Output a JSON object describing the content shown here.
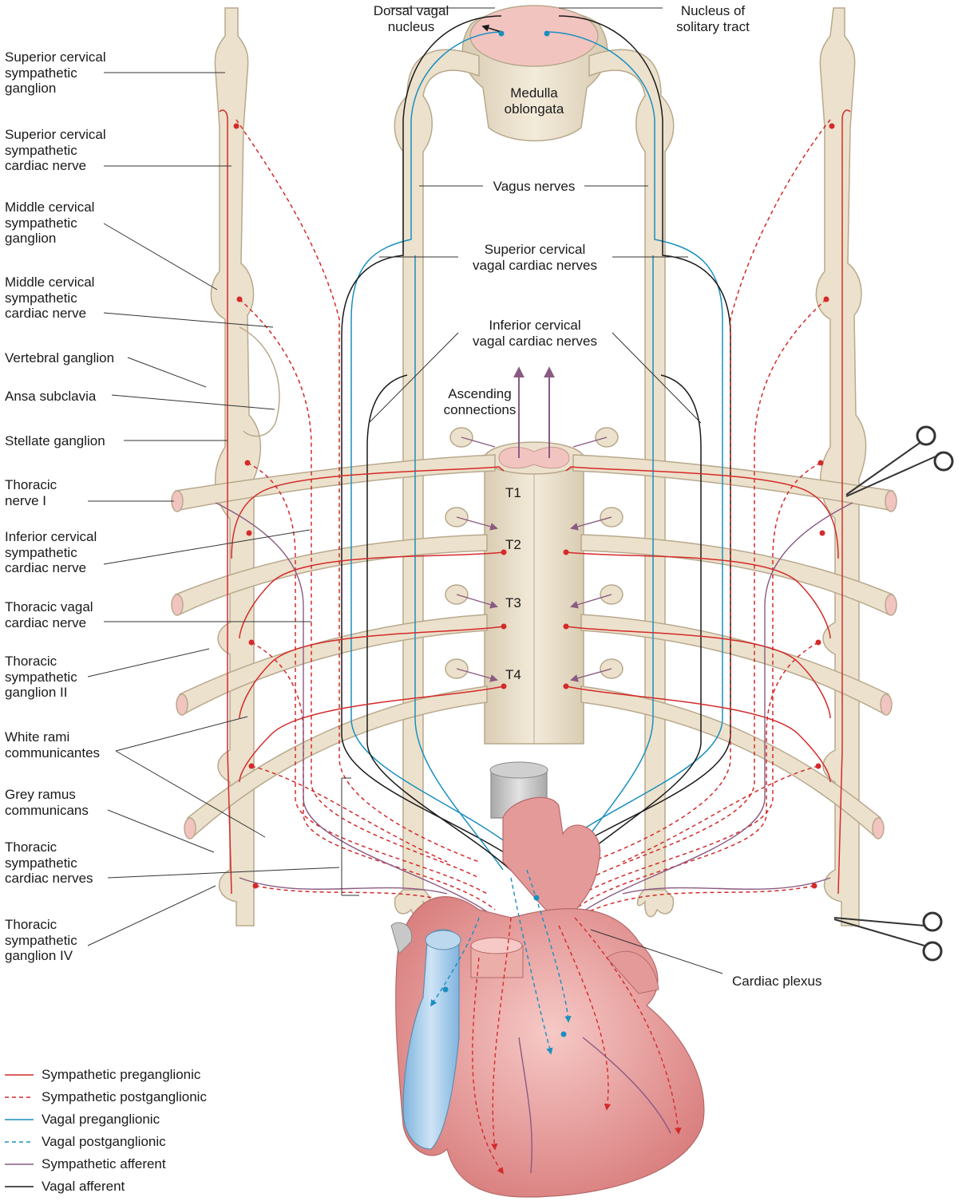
{
  "labels": {
    "dorsal_vagal": "Dorsal vagal\nnucleus",
    "nucleus_solitary": "Nucleus of\nsolitary tract",
    "medulla": "Medulla\noblongata",
    "vagus_nerves": "Vagus nerves",
    "sup_cerv_vagal": "Superior cervical\nvagal cardiac nerves",
    "inf_cerv_vagal": "Inferior cervical\nvagal cardiac nerves",
    "ascending": "Ascending\nconnections",
    "sup_cerv_gang": "Superior cervical\nsympathetic\nganglion",
    "sup_cerv_card": "Superior cervical\nsympathetic\ncardiac nerve",
    "mid_cerv_gang": "Middle cervical\nsympathetic\nganglion",
    "mid_cerv_card": "Middle cervical\nsympathetic\ncardiac nerve",
    "vertebral": "Vertebral ganglion",
    "ansa": "Ansa subclavia",
    "stellate": "Stellate ganglion",
    "thoracic_nerve": "Thoracic\nnerve I",
    "inf_cerv_card": "Inferior cervical\nsympathetic\ncardiac nerve",
    "thoracic_vagal": "Thoracic vagal\ncardiac nerve",
    "thoracic_gang2": "Thoracic\nsympathetic\nganglion II",
    "white_rami": "White rami\ncommunicantes",
    "grey_ramus": "Grey ramus\ncommunicans",
    "thoracic_card": "Thoracic\nsympathetic\ncardiac nerves",
    "thoracic_gang4": "Thoracic\nsympathetic\nganglion IV",
    "cardiac_plexus": "Cardiac plexus"
  },
  "segments": [
    "T1",
    "T2",
    "T3",
    "T4"
  ],
  "legend": [
    {
      "label": "Sympathetic preganglionic",
      "color": "#d42a2a",
      "dash": "none"
    },
    {
      "label": "Sympathetic postganglionic",
      "color": "#d42a2a",
      "dash": "5,4"
    },
    {
      "label": "Vagal preganglionic",
      "color": "#1a8fbf",
      "dash": "none"
    },
    {
      "label": "Vagal postganglionic",
      "color": "#1a8fbf",
      "dash": "5,4"
    },
    {
      "label": "Sympathetic afferent",
      "color": "#8a5a82",
      "dash": "none"
    },
    {
      "label": "Vagal afferent",
      "color": "#1a1a1a",
      "dash": "none"
    }
  ],
  "colors": {
    "nerve": "#ece1cc",
    "nerve_outline": "#b8a98d",
    "heart": "#e59a9a",
    "vein": "#9cc6e8",
    "sympathetic": "#d42a2a",
    "vagal": "#1a8fbf",
    "afferent": "#8a5a82"
  }
}
